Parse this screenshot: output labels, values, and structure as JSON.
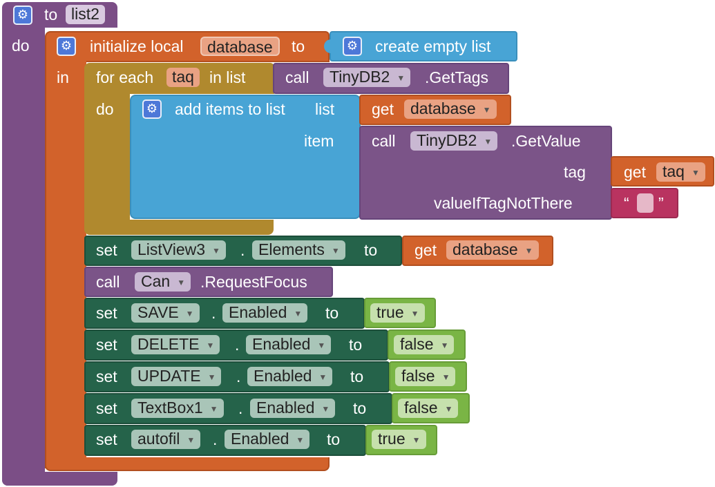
{
  "procedure": {
    "to_label": "to",
    "name": "list2",
    "do_label": "do"
  },
  "init_local": {
    "label": "initialize local",
    "var_name": "database",
    "to_label": "to",
    "in_label": "in"
  },
  "create_list": {
    "label": "create empty list"
  },
  "for_each": {
    "label": "for each",
    "var_name": "taq",
    "in_list_label": "in list",
    "do_label": "do"
  },
  "get_tags": {
    "call_label": "call",
    "component": "TinyDB2",
    "method": ".GetTags"
  },
  "add_items": {
    "label": "add items to list",
    "list_label": "list",
    "item_label": "item"
  },
  "get_database_1": {
    "get_label": "get",
    "var": "database"
  },
  "get_value": {
    "call_label": "call",
    "component": "TinyDB2",
    "method": ".GetValue",
    "tag_label": "tag",
    "default_label": "valueIfTagNotThere"
  },
  "get_taq": {
    "get_label": "get",
    "var": "taq"
  },
  "text_literal": {
    "open_quote": "“",
    "close_quote": "”"
  },
  "set_listview": {
    "set_label": "set",
    "component": "ListView3",
    "dot": ".",
    "property": "Elements",
    "to_label": "to",
    "get_label": "get",
    "var": "database"
  },
  "request_focus": {
    "call_label": "call",
    "component": "Can",
    "method": ".RequestFocus"
  },
  "set_save": {
    "set_label": "set",
    "component": "SAVE",
    "dot": ".",
    "property": "Enabled",
    "to_label": "to",
    "value": "true"
  },
  "set_delete": {
    "set_label": "set",
    "component": "DELETE",
    "dot": ".",
    "property": "Enabled",
    "to_label": "to",
    "value": "false"
  },
  "set_update": {
    "set_label": "set",
    "component": "UPDATE",
    "dot": ".",
    "property": "Enabled",
    "to_label": "to",
    "value": "false"
  },
  "set_textbox": {
    "set_label": "set",
    "component": "TextBox1",
    "dot": ".",
    "property": "Enabled",
    "to_label": "to",
    "value": "false"
  },
  "set_autofil": {
    "set_label": "set",
    "component": "autofil",
    "dot": ".",
    "property": "Enabled",
    "to_label": "to",
    "value": "true"
  },
  "colors": {
    "procedure": "#7b4e86",
    "variable": "#d2622b",
    "control": "#b0892e",
    "list": "#48a4d5",
    "component_setter": "#25634a",
    "component_method": "#7b5488",
    "logic": "#7ab545",
    "text": "#b93360"
  }
}
